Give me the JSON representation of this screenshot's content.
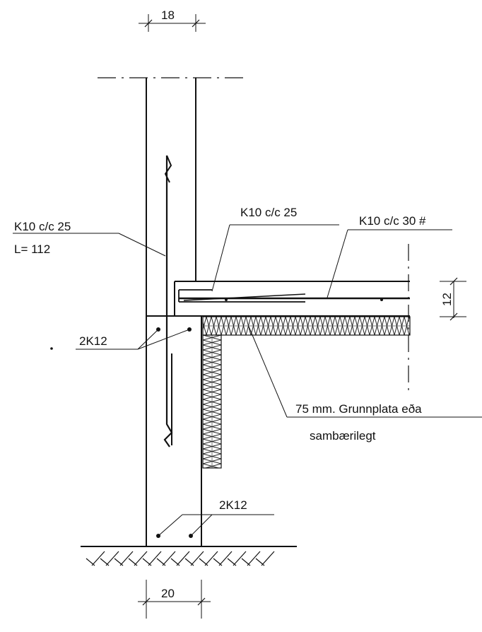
{
  "dimensions": {
    "wall_top": "18",
    "foundation_bottom": "20",
    "slab_thickness": "12"
  },
  "labels": {
    "wall_rebar_line1": "K10 c/c 25",
    "wall_rebar_line2": "L= 112",
    "corner_rebar": "K10 c/c 25",
    "slab_mesh": "K10 c/c 30 #",
    "bars_upper": "2K12",
    "bars_lower": "2K12",
    "insulation_line1": "75 mm. Grunnplata eða",
    "insulation_line2": "sambærilegt"
  }
}
